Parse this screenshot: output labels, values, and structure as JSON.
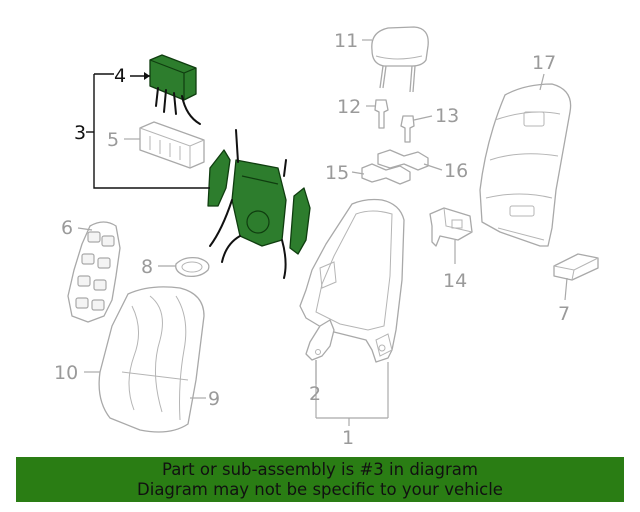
{
  "callouts": {
    "c1": "1",
    "c2": "2",
    "c3": "3",
    "c4": "4",
    "c5": "5",
    "c6": "6",
    "c7": "7",
    "c8": "8",
    "c9": "9",
    "c10": "10",
    "c11": "11",
    "c12": "12",
    "c13": "13",
    "c14": "14",
    "c15": "15",
    "c16": "16",
    "c17": "17"
  },
  "highlighted_part": "3",
  "colors": {
    "highlight": "#2d7d2d",
    "banner": "#2a7d14",
    "part_line": "#a9a9a9"
  },
  "banner": {
    "line1": "Part or sub-assembly is #3 in diagram",
    "line2": "Diagram may not be specific to your vehicle"
  }
}
